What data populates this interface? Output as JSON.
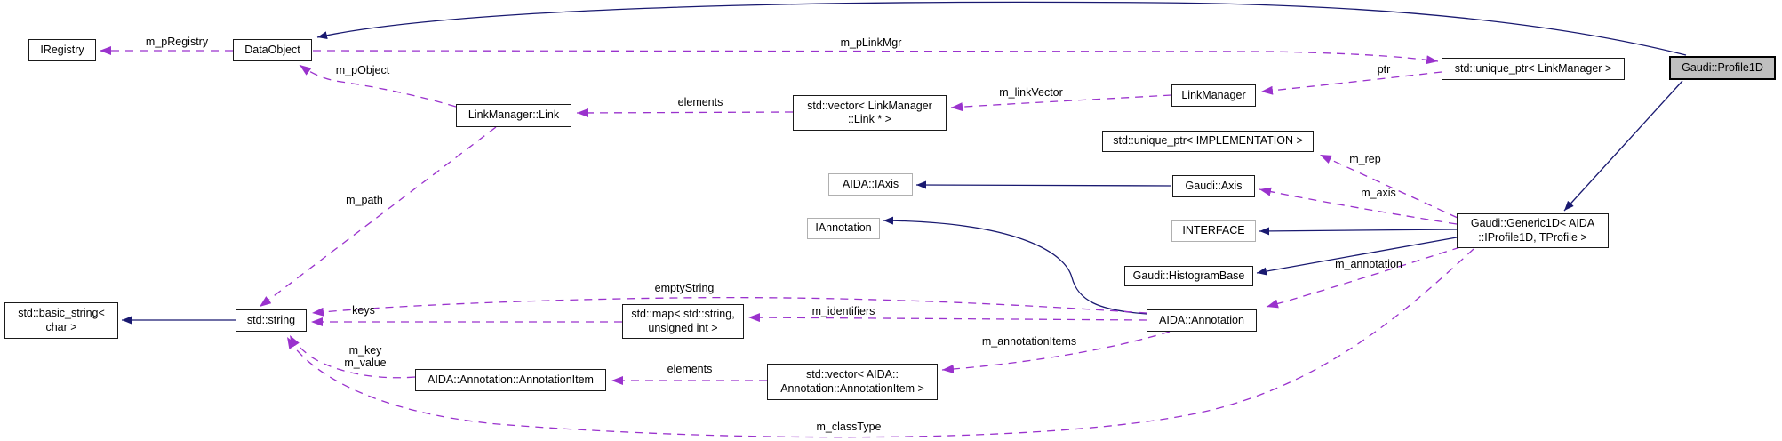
{
  "diagram_type": "doxygen-collaboration-graph",
  "colors": {
    "inheritance_edge": "#191970",
    "usage_edge": "#9a32cd",
    "node_fill": "#ffffff",
    "current_node_fill": "#bfbfbf",
    "node_border": "#1a1a1a",
    "external_node_border": "#b0b0b0"
  },
  "nodes": [
    {
      "id": "iregistry",
      "label": "IRegistry"
    },
    {
      "id": "dataobject",
      "label": "DataObject"
    },
    {
      "id": "linkmanager-link",
      "label": "LinkManager::Link"
    },
    {
      "id": "vector-linkmanager-link",
      "label": "std::vector< LinkManager\n::Link * >"
    },
    {
      "id": "linkmanager",
      "label": "LinkManager"
    },
    {
      "id": "unique-ptr-linkmanager",
      "label": "std::unique_ptr< LinkManager >"
    },
    {
      "id": "gaudi-profile1d",
      "label": "Gaudi::Profile1D"
    },
    {
      "id": "unique-ptr-implementation",
      "label": "std::unique_ptr< IMPLEMENTATION >"
    },
    {
      "id": "aida-iaxis",
      "label": "AIDA::IAxis"
    },
    {
      "id": "gaudi-axis",
      "label": "Gaudi::Axis"
    },
    {
      "id": "interface",
      "label": "INTERFACE"
    },
    {
      "id": "iannotation",
      "label": "IAnnotation"
    },
    {
      "id": "gaudi-histogrambase",
      "label": "Gaudi::HistogramBase"
    },
    {
      "id": "gaudi-generic1d",
      "label": "Gaudi::Generic1D< AIDA\n::IProfile1D, TProfile >"
    },
    {
      "id": "aida-annotation",
      "label": "AIDA::Annotation"
    },
    {
      "id": "std-basic-string",
      "label": "std::basic_string<\nchar >"
    },
    {
      "id": "std-string",
      "label": "std::string"
    },
    {
      "id": "std-map",
      "label": "std::map< std::string,\nunsigned int >"
    },
    {
      "id": "annotation-item",
      "label": "AIDA::Annotation::AnnotationItem"
    },
    {
      "id": "vector-annotation-item",
      "label": "std::vector< AIDA::\nAnnotation::AnnotationItem >"
    }
  ],
  "edges": [
    {
      "type": "inheritance",
      "from": "gaudi-profile1d",
      "to": "dataobject",
      "label": ""
    },
    {
      "type": "inheritance",
      "from": "gaudi-profile1d",
      "to": "gaudi-generic1d",
      "label": ""
    },
    {
      "type": "inheritance",
      "from": "gaudi-generic1d",
      "to": "interface",
      "label": ""
    },
    {
      "type": "inheritance",
      "from": "gaudi-generic1d",
      "to": "gaudi-histogrambase",
      "label": ""
    },
    {
      "type": "inheritance",
      "from": "gaudi-axis",
      "to": "aida-iaxis",
      "label": ""
    },
    {
      "type": "inheritance",
      "from": "aida-annotation",
      "to": "iannotation",
      "label": ""
    },
    {
      "type": "inheritance",
      "from": "std-string",
      "to": "std-basic-string",
      "label": ""
    },
    {
      "type": "usage",
      "from": "dataobject",
      "to": "iregistry",
      "label": "m_pRegistry"
    },
    {
      "type": "usage",
      "from": "linkmanager-link",
      "to": "dataobject",
      "label": "m_pObject"
    },
    {
      "type": "usage",
      "from": "dataobject",
      "to": "unique-ptr-linkmanager",
      "label": "m_pLinkMgr"
    },
    {
      "type": "usage",
      "from": "unique-ptr-linkmanager",
      "to": "linkmanager",
      "label": "ptr"
    },
    {
      "type": "usage",
      "from": "linkmanager",
      "to": "vector-linkmanager-link",
      "label": "m_linkVector"
    },
    {
      "type": "usage",
      "from": "vector-linkmanager-link",
      "to": "linkmanager-link",
      "label": "elements"
    },
    {
      "type": "usage",
      "from": "linkmanager-link",
      "to": "std-string",
      "label": "m_path"
    },
    {
      "type": "usage",
      "from": "aida-annotation",
      "to": "std-string",
      "label": "emptyString"
    },
    {
      "type": "usage",
      "from": "std-map",
      "to": "std-string",
      "label": "keys"
    },
    {
      "type": "usage",
      "from": "aida-annotation",
      "to": "std-map",
      "label": "m_identifiers"
    },
    {
      "type": "usage",
      "from": "gaudi-generic1d",
      "to": "unique-ptr-implementation",
      "label": "m_rep"
    },
    {
      "type": "usage",
      "from": "gaudi-generic1d",
      "to": "gaudi-axis",
      "label": "m_axis"
    },
    {
      "type": "usage",
      "from": "gaudi-generic1d",
      "to": "aida-annotation",
      "label": "m_annotation"
    },
    {
      "type": "usage",
      "from": "gaudi-generic1d",
      "to": "std-string",
      "label": "m_classType"
    },
    {
      "type": "usage",
      "from": "aida-annotation",
      "to": "vector-annotation-item",
      "label": "m_annotationItems"
    },
    {
      "type": "usage",
      "from": "vector-annotation-item",
      "to": "annotation-item",
      "label": "elements"
    },
    {
      "type": "usage",
      "from": "annotation-item",
      "to": "std-string",
      "label": "m_key\nm_value"
    }
  ]
}
